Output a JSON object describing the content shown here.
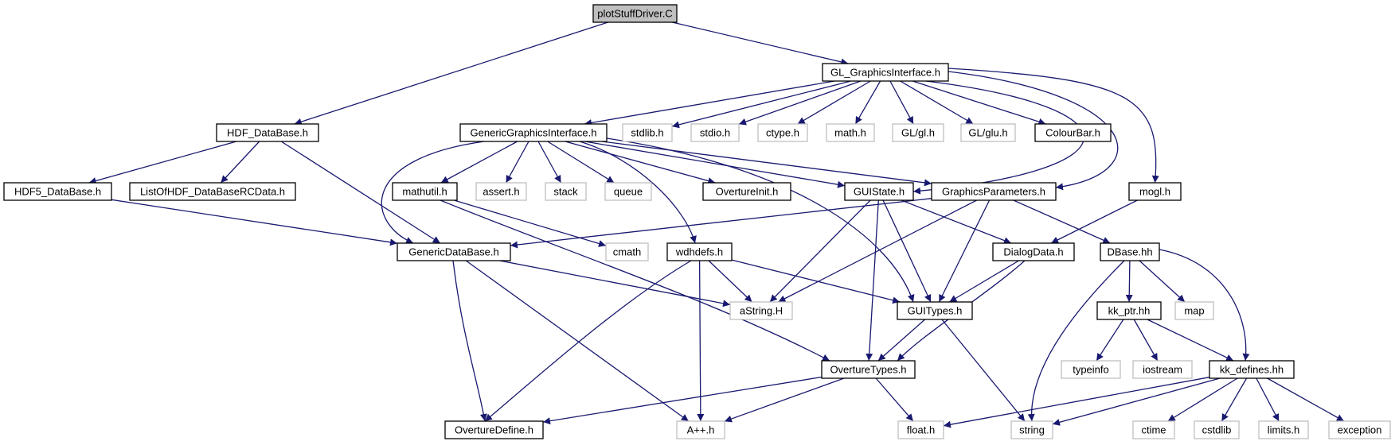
{
  "diagram": {
    "colors": {
      "edge": "#191970",
      "root_fill": "#bfbfbf",
      "root_stroke": "#000000",
      "documented_stroke": "#000000",
      "external_stroke": "#bfbfbf",
      "node_fill": "#ffffff"
    },
    "nodes": [
      {
        "id": "plotStuffDriver",
        "label": "plotStuffDriver.C",
        "kind": "root"
      },
      {
        "id": "GL_GraphicsInterface",
        "label": "GL_GraphicsInterface.h",
        "kind": "documented"
      },
      {
        "id": "HDF_DataBase",
        "label": "HDF_DataBase.h",
        "kind": "documented"
      },
      {
        "id": "GenericGraphicsInterface",
        "label": "GenericGraphicsInterface.h",
        "kind": "documented"
      },
      {
        "id": "stdlib",
        "label": "stdlib.h",
        "kind": "external"
      },
      {
        "id": "stdio",
        "label": "stdio.h",
        "kind": "external"
      },
      {
        "id": "ctype",
        "label": "ctype.h",
        "kind": "external"
      },
      {
        "id": "math",
        "label": "math.h",
        "kind": "external"
      },
      {
        "id": "GLgl",
        "label": "GL/gl.h",
        "kind": "external"
      },
      {
        "id": "GLglu",
        "label": "GL/glu.h",
        "kind": "external"
      },
      {
        "id": "ColourBar",
        "label": "ColourBar.h",
        "kind": "documented"
      },
      {
        "id": "HDF5_DataBase",
        "label": "HDF5_DataBase.h",
        "kind": "documented"
      },
      {
        "id": "ListOfHDF",
        "label": "ListOfHDF_DataBaseRCData.h",
        "kind": "documented"
      },
      {
        "id": "mathutil",
        "label": "mathutil.h",
        "kind": "documented"
      },
      {
        "id": "assert",
        "label": "assert.h",
        "kind": "external"
      },
      {
        "id": "stack",
        "label": "stack",
        "kind": "external"
      },
      {
        "id": "queue",
        "label": "queue",
        "kind": "external"
      },
      {
        "id": "OvertureInit",
        "label": "OvertureInit.h",
        "kind": "documented"
      },
      {
        "id": "GUIState",
        "label": "GUIState.h",
        "kind": "documented"
      },
      {
        "id": "GraphicsParameters",
        "label": "GraphicsParameters.h",
        "kind": "documented"
      },
      {
        "id": "mogl",
        "label": "mogl.h",
        "kind": "documented"
      },
      {
        "id": "GenericDataBase",
        "label": "GenericDataBase.h",
        "kind": "documented"
      },
      {
        "id": "cmath",
        "label": "cmath",
        "kind": "external"
      },
      {
        "id": "wdhdefs",
        "label": "wdhdefs.h",
        "kind": "documented"
      },
      {
        "id": "DialogData",
        "label": "DialogData.h",
        "kind": "documented"
      },
      {
        "id": "DBase",
        "label": "DBase.hh",
        "kind": "documented"
      },
      {
        "id": "aString",
        "label": "aString.H",
        "kind": "external"
      },
      {
        "id": "GUITypes",
        "label": "GUITypes.h",
        "kind": "documented"
      },
      {
        "id": "map",
        "label": "map",
        "kind": "external"
      },
      {
        "id": "kk_ptr",
        "label": "kk_ptr.hh",
        "kind": "documented"
      },
      {
        "id": "OvertureTypes",
        "label": "OvertureTypes.h",
        "kind": "documented"
      },
      {
        "id": "typeinfo",
        "label": "typeinfo",
        "kind": "external"
      },
      {
        "id": "iostream",
        "label": "iostream",
        "kind": "external"
      },
      {
        "id": "kk_defines",
        "label": "kk_defines.hh",
        "kind": "documented"
      },
      {
        "id": "OvertureDefine",
        "label": "OvertureDefine.h",
        "kind": "documented"
      },
      {
        "id": "Aplusplus",
        "label": "A++.h",
        "kind": "external"
      },
      {
        "id": "float",
        "label": "float.h",
        "kind": "external"
      },
      {
        "id": "string",
        "label": "string",
        "kind": "external"
      },
      {
        "id": "ctime",
        "label": "ctime",
        "kind": "external"
      },
      {
        "id": "cstdlib",
        "label": "cstdlib",
        "kind": "external"
      },
      {
        "id": "limits",
        "label": "limits.h",
        "kind": "external"
      },
      {
        "id": "exception",
        "label": "exception",
        "kind": "external"
      }
    ],
    "edges": [
      [
        "plotStuffDriver",
        "HDF_DataBase"
      ],
      [
        "plotStuffDriver",
        "GL_GraphicsInterface"
      ],
      [
        "GL_GraphicsInterface",
        "GenericGraphicsInterface"
      ],
      [
        "GL_GraphicsInterface",
        "stdlib"
      ],
      [
        "GL_GraphicsInterface",
        "stdio"
      ],
      [
        "GL_GraphicsInterface",
        "ctype"
      ],
      [
        "GL_GraphicsInterface",
        "math"
      ],
      [
        "GL_GraphicsInterface",
        "GLgl"
      ],
      [
        "GL_GraphicsInterface",
        "GLglu"
      ],
      [
        "GL_GraphicsInterface",
        "ColourBar"
      ],
      [
        "GL_GraphicsInterface",
        "GUIState"
      ],
      [
        "GL_GraphicsInterface",
        "GraphicsParameters"
      ],
      [
        "GL_GraphicsInterface",
        "mogl"
      ],
      [
        "HDF_DataBase",
        "HDF5_DataBase"
      ],
      [
        "HDF_DataBase",
        "ListOfHDF"
      ],
      [
        "HDF_DataBase",
        "GenericDataBase"
      ],
      [
        "HDF5_DataBase",
        "GenericDataBase"
      ],
      [
        "GenericGraphicsInterface",
        "GenericDataBase"
      ],
      [
        "GenericGraphicsInterface",
        "mathutil"
      ],
      [
        "GenericGraphicsInterface",
        "assert"
      ],
      [
        "GenericGraphicsInterface",
        "stack"
      ],
      [
        "GenericGraphicsInterface",
        "queue"
      ],
      [
        "GenericGraphicsInterface",
        "wdhdefs"
      ],
      [
        "GenericGraphicsInterface",
        "OvertureInit"
      ],
      [
        "GenericGraphicsInterface",
        "GUIState"
      ],
      [
        "GenericGraphicsInterface",
        "GraphicsParameters"
      ],
      [
        "GenericGraphicsInterface",
        "GUITypes"
      ],
      [
        "mathutil",
        "cmath"
      ],
      [
        "mathutil",
        "OvertureTypes"
      ],
      [
        "GUIState",
        "aString"
      ],
      [
        "GUIState",
        "DialogData"
      ],
      [
        "GUIState",
        "GUITypes"
      ],
      [
        "GUIState",
        "OvertureTypes"
      ],
      [
        "GraphicsParameters",
        "GenericDataBase"
      ],
      [
        "GraphicsParameters",
        "aString"
      ],
      [
        "GraphicsParameters",
        "GUITypes"
      ],
      [
        "GraphicsParameters",
        "DBase"
      ],
      [
        "mogl",
        "DialogData"
      ],
      [
        "GenericDataBase",
        "aString"
      ],
      [
        "GenericDataBase",
        "OvertureDefine"
      ],
      [
        "GenericDataBase",
        "Aplusplus"
      ],
      [
        "wdhdefs",
        "aString"
      ],
      [
        "wdhdefs",
        "GUITypes"
      ],
      [
        "wdhdefs",
        "OvertureDefine"
      ],
      [
        "wdhdefs",
        "Aplusplus"
      ],
      [
        "DialogData",
        "GUITypes"
      ],
      [
        "DialogData",
        "OvertureTypes"
      ],
      [
        "DBase",
        "map"
      ],
      [
        "DBase",
        "kk_ptr"
      ],
      [
        "DBase",
        "kk_defines"
      ],
      [
        "DBase",
        "string"
      ],
      [
        "GUITypes",
        "OvertureTypes"
      ],
      [
        "GUITypes",
        "string"
      ],
      [
        "kk_ptr",
        "typeinfo"
      ],
      [
        "kk_ptr",
        "iostream"
      ],
      [
        "kk_ptr",
        "kk_defines"
      ],
      [
        "OvertureTypes",
        "OvertureDefine"
      ],
      [
        "OvertureTypes",
        "Aplusplus"
      ],
      [
        "OvertureTypes",
        "float"
      ],
      [
        "kk_defines",
        "float"
      ],
      [
        "kk_defines",
        "string"
      ],
      [
        "kk_defines",
        "ctime"
      ],
      [
        "kk_defines",
        "cstdlib"
      ],
      [
        "kk_defines",
        "limits"
      ],
      [
        "kk_defines",
        "exception"
      ]
    ]
  }
}
